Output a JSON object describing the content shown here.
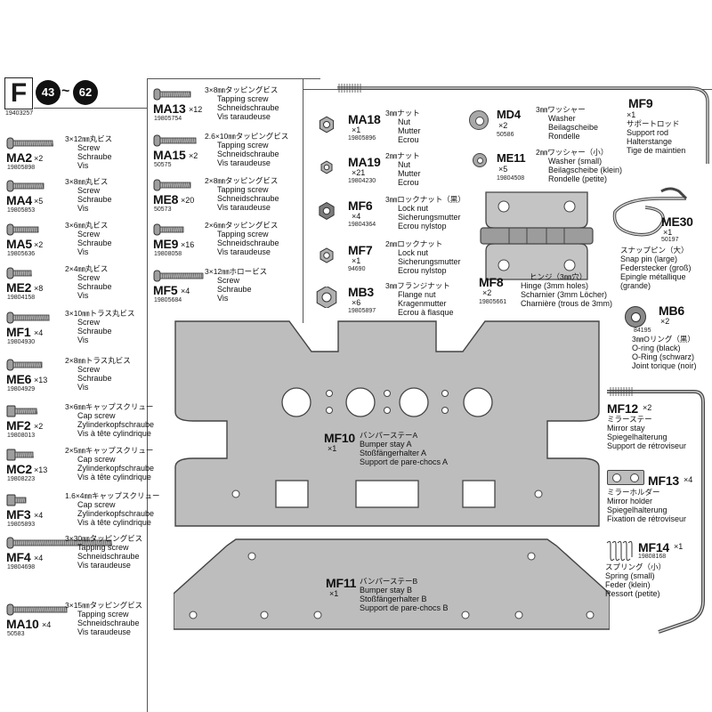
{
  "header": {
    "letter": "F",
    "step_from": "43",
    "step_to": "62",
    "tilde": "~",
    "code": "19403257"
  },
  "colors": {
    "part_gray": "#a0a0a0",
    "plate_fill": "#bdbdbd",
    "line": "#444444"
  },
  "screws": [
    {
      "id": "MA2",
      "qty": "×2",
      "num": "19805898",
      "size": "3×12㎜丸ビス",
      "names": [
        "Screw",
        "Schraube",
        "Vis"
      ]
    },
    {
      "id": "MA4",
      "qty": "×5",
      "num": "19805853",
      "size": "3×8㎜丸ビス",
      "names": [
        "Screw",
        "Schraube",
        "Vis"
      ]
    },
    {
      "id": "MA5",
      "qty": "×2",
      "num": "19805636",
      "size": "3×6㎜丸ビス",
      "names": [
        "Screw",
        "Schraube",
        "Vis"
      ]
    },
    {
      "id": "ME2",
      "qty": "×8",
      "num": "19804158",
      "size": "2×4㎜丸ビス",
      "names": [
        "Screw",
        "Schraube",
        "Vis"
      ]
    },
    {
      "id": "MF1",
      "qty": "×4",
      "num": "19804930",
      "size": "3×10㎜トラス丸ビス",
      "names": [
        "Screw",
        "Schraube",
        "Vis"
      ]
    },
    {
      "id": "ME6",
      "qty": "×13",
      "num": "19804929",
      "size": "2×8㎜トラス丸ビス",
      "names": [
        "Screw",
        "Schraube",
        "Vis"
      ]
    },
    {
      "id": "MF2",
      "qty": "×2",
      "num": "19808013",
      "size": "3×6㎜キャップスクリュー",
      "names": [
        "Cap screw",
        "Zylinderkopfschraube",
        "Vis à tête cylindrique"
      ]
    },
    {
      "id": "MC2",
      "qty": "×13",
      "num": "19808223",
      "size": "2×5㎜キャップスクリュー",
      "names": [
        "Cap screw",
        "Zylinderkopfschraube",
        "Vis à tête cylindrique"
      ]
    },
    {
      "id": "MF3",
      "qty": "×4",
      "num": "19805893",
      "size": "1.6×4㎜キャップスクリュー",
      "names": [
        "Cap screw",
        "Zylinderkopfschraube",
        "Vis à tête cylindrique"
      ]
    },
    {
      "id": "MF4",
      "qty": "×4",
      "num": "19804698",
      "size": "3×30㎜タッピングビス",
      "names": [
        "Tapping screw",
        "Schneidschraube",
        "Vis taraudeuse"
      ]
    },
    {
      "id": "MA10",
      "qty": "×4",
      "num": "50583",
      "size": "3×15㎜タッピングビス",
      "names": [
        "Tapping screw",
        "Schneidschraube",
        "Vis taraudeuse"
      ]
    }
  ],
  "screws2": [
    {
      "id": "MA13",
      "qty": "×12",
      "num": "19805754",
      "size": "3×8㎜タッピングビス",
      "names": [
        "Tapping screw",
        "Schneidschraube",
        "Vis taraudeuse"
      ]
    },
    {
      "id": "MA15",
      "qty": "×2",
      "num": "50575",
      "size": "2.6×10㎜タッピングビス",
      "names": [
        "Tapping screw",
        "Schneidschraube",
        "Vis taraudeuse"
      ]
    },
    {
      "id": "ME8",
      "qty": "×20",
      "num": "50573",
      "size": "2×8㎜タッピングビス",
      "names": [
        "Tapping screw",
        "Schneidschraube",
        "Vis taraudeuse"
      ]
    },
    {
      "id": "ME9",
      "qty": "×16",
      "num": "19808058",
      "size": "2×6㎜タッピングビス",
      "names": [
        "Tapping screw",
        "Schneidschraube",
        "Vis taraudeuse"
      ]
    },
    {
      "id": "MF5",
      "qty": "×4",
      "num": "19805684",
      "size": "3×12㎜ホロービス",
      "names": [
        "Screw",
        "Schraube",
        "Vis"
      ]
    }
  ],
  "nuts": [
    {
      "id": "MA18",
      "qty": "×1",
      "num": "19805896",
      "size": "3㎜ナット",
      "names": [
        "Nut",
        "Mutter",
        "Ecrou"
      ]
    },
    {
      "id": "MA19",
      "qty": "×21",
      "num": "19804230",
      "size": "2㎜ナット",
      "names": [
        "Nut",
        "Mutter",
        "Ecrou"
      ]
    },
    {
      "id": "MF6",
      "qty": "×4",
      "num": "19804364",
      "size": "3㎜ロックナット（黒）",
      "names": [
        "Lock nut",
        "Sicherungsmutter",
        "Ecrou nylstop"
      ]
    },
    {
      "id": "MF7",
      "qty": "×1",
      "num": "94690",
      "size": "2㎜ロックナット",
      "names": [
        "Lock nut",
        "Sicherungsmutter",
        "Ecrou nylstop"
      ]
    },
    {
      "id": "MB3",
      "qty": "×6",
      "num": "19805897",
      "size": "3㎜フランジナット",
      "names": [
        "Flange nut",
        "Kragenmutter",
        "Ecrou à flasque"
      ]
    }
  ],
  "washers": [
    {
      "id": "MD4",
      "qty": "×2",
      "num": "50586",
      "size": "3㎜ワッシャー",
      "names": [
        "Washer",
        "Beilagscheibe",
        "Rondelle"
      ]
    },
    {
      "id": "ME11",
      "qty": "×5",
      "num": "19804508",
      "size": "2㎜ワッシャー（小）",
      "names": [
        "Washer (small)",
        "Beilagscheibe (klein)",
        "Rondelle (petite)"
      ]
    }
  ],
  "mf9": {
    "id": "MF9",
    "qty": "×1",
    "jp": "サポートロッド",
    "names": [
      "Support rod",
      "Halterstange",
      "Tige de maintien"
    ]
  },
  "me30": {
    "id": "ME30",
    "qty": "×1",
    "num": "50197",
    "jp": "スナップピン（大）",
    "names": [
      "Snap pin (large)",
      "Federstecker (groß)",
      "Epingle métallique",
      "(grande)"
    ]
  },
  "mf8": {
    "id": "MF8",
    "qty": "×2",
    "num": "19805661",
    "jp": "ヒンジ（3㎜穴）",
    "names": [
      "Hinge (3mm holes)",
      "Scharnier (3mm Löcher)",
      "Charnière (trous de 3mm)"
    ]
  },
  "mb6": {
    "id": "MB6",
    "qty": "×2",
    "num": "84195",
    "jp": "3㎜Oリング（黒）",
    "names": [
      "O-ring (black)",
      "O-Ring (schwarz)",
      "Joint torique (noir)"
    ]
  },
  "mf10": {
    "id": "MF10",
    "qty": "×1",
    "jp": "バンパーステーA",
    "names": [
      "Bumper stay A",
      "Stoßfängerhalter A",
      "Support de pare-chocs A"
    ]
  },
  "mf11": {
    "id": "MF11",
    "qty": "×1",
    "jp": "バンパーステーB",
    "names": [
      "Bumper stay B",
      "Stoßfängerhalter B",
      "Support de pare-chocs B"
    ]
  },
  "mf12": {
    "id": "MF12",
    "qty": "×2",
    "jp": "ミラーステー",
    "names": [
      "Mirror stay",
      "Spiegelhalterung",
      "Support de rétroviseur"
    ]
  },
  "mf13": {
    "id": "MF13",
    "qty": "×4",
    "jp": "ミラーホルダー",
    "names": [
      "Mirror holder",
      "Spiegelhalterung",
      "Fixation de rétroviseur"
    ]
  },
  "mf14": {
    "id": "MF14",
    "qty": "×1",
    "num": "19808168",
    "jp": "スプリング（小）",
    "names": [
      "Spring (small)",
      "Feder (klein)",
      "Ressort (petite)"
    ]
  }
}
